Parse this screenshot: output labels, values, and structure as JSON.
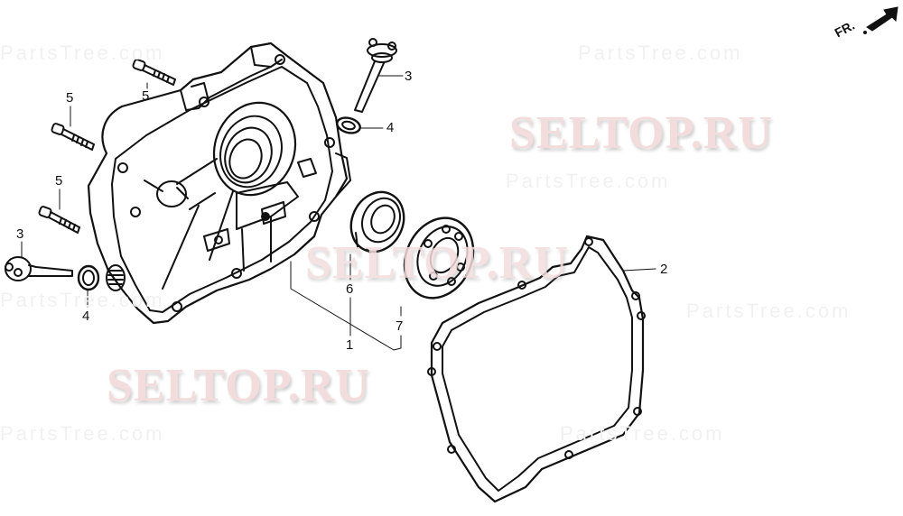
{
  "diagram": {
    "type": "exploded-parts-diagram",
    "orientation_label": "FR.",
    "orientation_icon": "front-direction-arrow-icon",
    "watermarks": {
      "primary": [
        "SELTOP.RU",
        "SELTOP.RU",
        "SELTOP.RU"
      ],
      "primary_color": "#f3dcdc",
      "faint": "PartsTree.com"
    },
    "parts": [
      {
        "callout": "1",
        "name": "crankcase-cover-assembly"
      },
      {
        "callout": "2",
        "name": "crankcase-cover-gasket"
      },
      {
        "callout": "3",
        "name": "oil-filler-cap-dipstick"
      },
      {
        "callout": "3",
        "name": "oil-drain-plug"
      },
      {
        "callout": "4",
        "name": "washer"
      },
      {
        "callout": "4",
        "name": "washer"
      },
      {
        "callout": "5",
        "name": "flange-bolt"
      },
      {
        "callout": "5",
        "name": "flange-bolt"
      },
      {
        "callout": "5",
        "name": "flange-bolt"
      },
      {
        "callout": "6",
        "name": "oil-seal"
      },
      {
        "callout": "7",
        "name": "radial-ball-bearing"
      }
    ],
    "callouts": {
      "c1": "1",
      "c2": "2",
      "c3_top": "3",
      "c3_left": "3",
      "c4_top": "4",
      "c4_left": "4",
      "c5_top": "5",
      "c5_mid": "5",
      "c5_low": "5",
      "c6": "6",
      "c7": "7"
    }
  }
}
